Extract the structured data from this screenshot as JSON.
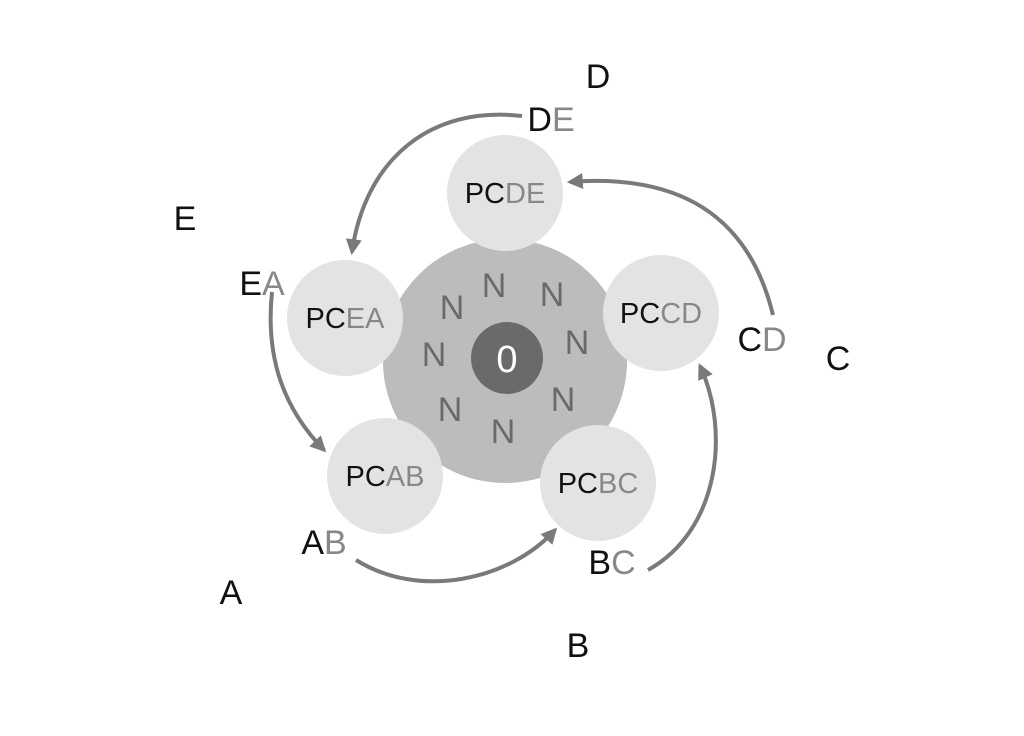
{
  "colors": {
    "outer_ring": "#bcbcbc",
    "core": "#6a6a6a",
    "pc_node": "#e3e3e3",
    "arrow": "#7a7a7a",
    "dark_text": "#111111",
    "grey_text": "#888888",
    "n_text": "#6a6a6a"
  },
  "core": {
    "label": "0"
  },
  "neighbors": [
    "N",
    "N",
    "N",
    "N",
    "N",
    "N",
    "N",
    "N"
  ],
  "pc_nodes": [
    {
      "prefix": "PC",
      "a": "D",
      "b": "E"
    },
    {
      "prefix": "PC",
      "a": "C",
      "b": "D"
    },
    {
      "prefix": "PC",
      "a": "B",
      "b": "C"
    },
    {
      "prefix": "PC",
      "a": "A",
      "b": "B"
    },
    {
      "prefix": "PC",
      "a": "E",
      "b": "A"
    }
  ],
  "edge_labels": [
    {
      "a": "D",
      "b": "E"
    },
    {
      "a": "C",
      "b": "D"
    },
    {
      "a": "B",
      "b": "C"
    },
    {
      "a": "A",
      "b": "B"
    },
    {
      "a": "E",
      "b": "A"
    }
  ],
  "outer_labels": [
    "D",
    "C",
    "B",
    "A",
    "E"
  ]
}
